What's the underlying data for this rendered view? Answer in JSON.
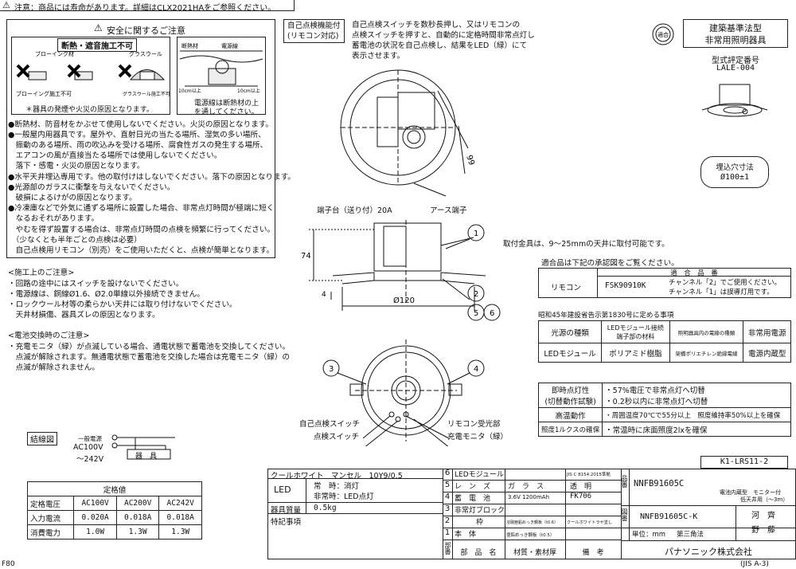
{
  "top_notice": "注意：商品には寿命があります。詳細はCLX2021HAをご参照ください。",
  "safety": {
    "title": "安全に関するご注意",
    "banner": "断熱・遮音施工不可",
    "lbl_blowing": "ブローイング材",
    "lbl_glasswool": "グラスウール",
    "lbl_blowing_ng": "ブローイング施工不可",
    "lbl_glasswool_ng": "グラスウール施工不可",
    "lbl_dannetsu": "断熱材",
    "lbl_densen": "電源線",
    "lbl_10cm_a": "10cm以上",
    "lbl_10cm_b": "10cm以上",
    "dan_note": "＊器具の発煙や火災の原因となります。",
    "den_note1": "電源線は断熱材の上",
    "den_note2": "を通してください。",
    "lines": [
      "●断熱材、防音材をかぶせて使用しないでください。火災の原因となります。",
      "●一般屋内用器具です。屋外や、直射日光の当たる場所、湿気の多い場所、",
      "　振動のある場所、雨の吹込みを受ける場所、腐食性ガスの発生する場所、",
      "　エアコンの風が直接当たる場所では使用しないでください。",
      "　落下・感電・火災の原因となります。",
      "●水平天井埋込専用です。他の取付けはしないでください。落下の原因となります。",
      "●光源部のガラスに衝撃を与えないでください。",
      "　破損によるけがの原因となります。",
      "●冷凍庫などで外気に通ずる場所に設置した場合、非常点灯時間が極端に短く",
      "　なるおそれがあります。",
      "　やむを得ず設置する場合は、非常点灯時間の点検を頻繁に行ってください。",
      "　（少なくとも半年ごとの点検は必要）",
      "　自己点検用リモコン（別売）をご使用いただくと、点検が簡単となります。"
    ]
  },
  "construction": {
    "title": "<施工上のご注意>",
    "lines": [
      "・回路の途中にはスイッチを設けないでください。",
      "・電源線は、銅線Ø1.6、Ø2.0単線以外接続できません。",
      "・ロックウール材等の柔らかい天井には取り付けないでください。",
      "　天井材損傷、器具ズレの原因となります。"
    ]
  },
  "battery": {
    "title": "<電池交換時のご注意>",
    "lines": [
      "・充電モニタ（緑）が点滅している場合、通電状態で蓄電池を交換してください。",
      "　点滅が解除されます。無通電状態で蓄電池を交換した場合は充電モニタ（緑）の",
      "　点滅が解除されません。"
    ]
  },
  "selfcheck": {
    "tag1": "自己点検機能付",
    "tag2": "(リモコン対応)",
    "lines": [
      "自己点検スイッチを数秒長押し、又はリモコンの",
      "点検スイッチを押すと、自動的に定格時間非常点灯し",
      "蓄電池の状況を自己点検し、結果をLED（緑）にて",
      "表示させます。"
    ]
  },
  "kijun": {
    "seal": "適合",
    "title1": "建築基準法型",
    "title2": "非常用照明器具",
    "model_label": "型式評定番号",
    "model_no": "LALE-004",
    "cutout_label": "埋込穴寸法",
    "cutout_value": "Ø100±1"
  },
  "drawing": {
    "dim_99": "99",
    "lbl_terminal": "端子台（送り付）20A",
    "lbl_earth": "アース端子",
    "dim_74": "74",
    "dim_4": "4",
    "dim_120": "Ø120",
    "mount_note": "取付金具は、9～25mmの天井に取付可能です。",
    "lbl_selfcheck_sw": "自己点検スイッチ",
    "lbl_check_sw": "点検スイッチ",
    "lbl_remote_rx": "リモコン受光部",
    "lbl_charge_mon": "充電モニタ（緑）",
    "n1": "1",
    "n2": "2",
    "n3": "3",
    "n4": "4",
    "n5": "5",
    "n6": "6"
  },
  "compat": {
    "intro": "適合品は下記の承認図をご覧ください。",
    "header": "適　合　品　番",
    "row_label": "リモコン",
    "row_model": "FSK90910K",
    "row_note1": "チャンネル「2」でご使用ください。",
    "row_note2": "チャンネル「1」は誤導灯用です。"
  },
  "notice45": {
    "title": "昭和45年建設省告示第1830号に定める事項",
    "h1": "光源の種類",
    "h2a": "LEDモジュール接続",
    "h2b": "端子部の材料",
    "h3": "照明器具内の電線の種類",
    "h4": "非常用電源",
    "v1": "LEDモジュール",
    "v2": "ポリアミド樹脂",
    "v3": "架橋ポリエチレン絶縁電線",
    "v4": "電源内蔵型"
  },
  "perf": {
    "r1_label_a": "即時点灯性",
    "r1_label_b": "(切替動作試験)",
    "r1_val_a": "・57%電圧で非常点灯へ切替",
    "r1_val_b": "・0.2秒以内に非常点灯へ切替",
    "r2_label": "高温動作",
    "r2_val": "・周囲温度70℃で55分以上　照度維持率50%以上を確保",
    "r3_label": "照度1ルクスの確保",
    "r3_val": "・常温時に床面照度2lxを確保"
  },
  "wiring": {
    "title": "結線図",
    "src1": "一般電源",
    "src2": "AC100V",
    "src3": "～242V",
    "device": "器　具"
  },
  "rating": {
    "title": "定格値",
    "rows": [
      [
        "定格電圧",
        "AC100V",
        "AC200V",
        "AC242V"
      ],
      [
        "入力電流",
        "0.020A",
        "0.018A",
        "0.018A"
      ],
      [
        "消費電力",
        "1.0W",
        "1.3W",
        "1.3W"
      ]
    ]
  },
  "titleblock": {
    "color": "クールホワイト　マンセル　10Y9/0.5",
    "led": "LED",
    "normal": "常　時：消灯",
    "emergency": "非常時：LED点灯",
    "mass_label": "器具質量",
    "mass_value": "0.5kg",
    "notes": "特記事項",
    "parts": [
      {
        "no": "6",
        "name": "LEDモジュール",
        "mat": "",
        "spec": "JIS C 8154:2015準拠"
      },
      {
        "no": "5",
        "name": "レ　ン　ズ",
        "mat": "ガ　ラ　ス",
        "spec": "透　明"
      },
      {
        "no": "4",
        "name": "蓄　電　池",
        "mat": "3.6V 1200mAh",
        "spec": "FK706"
      },
      {
        "no": "3",
        "name": "非常灯ブロック",
        "mat": "",
        "spec": ""
      },
      {
        "no": "2",
        "name": "枠",
        "mat": "溶融亜鉛めっき鋼板（t0.6）",
        "spec": "クールホワイトラヤ塗し"
      },
      {
        "no": "1",
        "name": "本　体",
        "mat": "亜鉛めっき鋼板（t0.5）",
        "spec": ""
      }
    ],
    "h_bunban": "部番",
    "h_name": "部　品　名",
    "h_mat": "材質・素材厚",
    "h_spec": "備　考",
    "code": "K1-LRS11-2",
    "hin_label": "品番",
    "hinban": "NNFB91605C",
    "product_desc1": "電池内蔵型　モニター付",
    "product_desc2": "低天井用（～3m）",
    "zu_label": "図番",
    "zuban": "NNFB91605C-K",
    "unit": "単位：mm",
    "angle": "第三角法",
    "sign1": "河　齊",
    "sign2": "野　藤",
    "company": "パナソニック株式会社"
  },
  "footer": {
    "left": "F80",
    "right": "(JIS A-3)"
  }
}
